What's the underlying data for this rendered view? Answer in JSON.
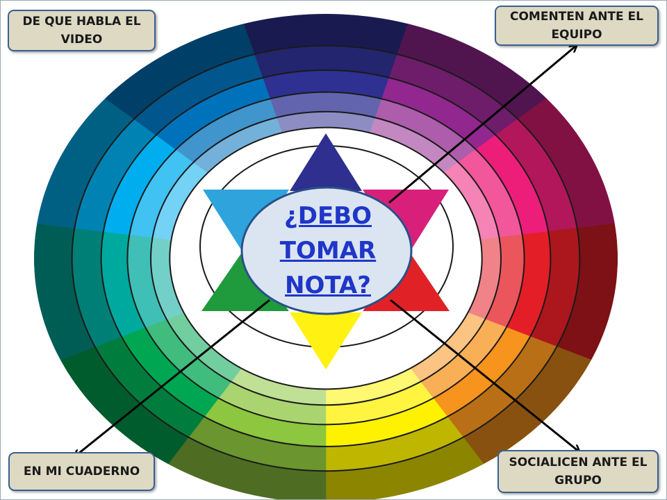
{
  "center": {
    "question": "¿DEBO TOMAR NOTA?"
  },
  "boxes": {
    "top_left": "DE QUE HABLA EL VIDEO",
    "top_right": "COMENTEN ANTE EL EQUIPO",
    "bottom_left": "EN MI CUADERNO",
    "bottom_right": "SOCIALICEN ANTE EL GRUPO"
  },
  "colors": {
    "box_fill": "#ddd9c3",
    "box_border": "#3a5f8f",
    "link_text": "#1f36c9",
    "wheel_hues": [
      "#2e3192",
      "#92278f",
      "#ed1e79",
      "#e41e26",
      "#f7941d",
      "#fff200",
      "#8dc63f",
      "#00a651",
      "#00a99d",
      "#00aeef",
      "#0072bc"
    ]
  }
}
